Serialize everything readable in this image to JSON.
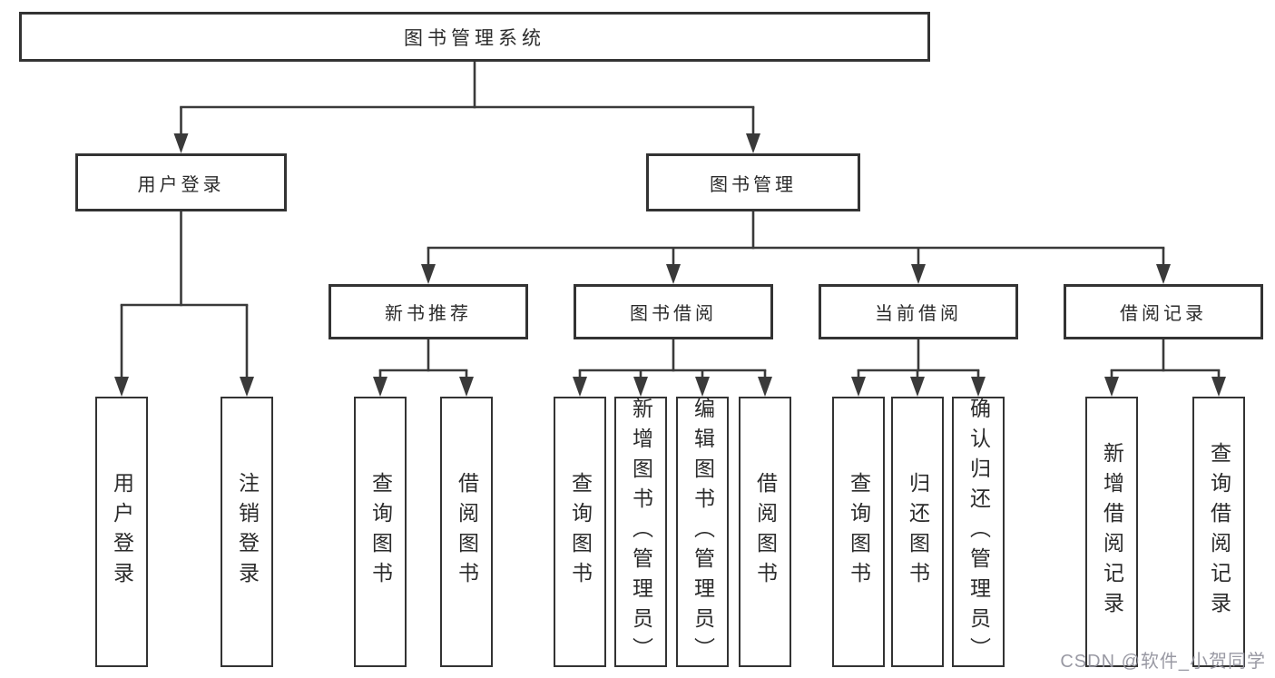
{
  "diagram_title": "图书管理系统",
  "watermark": "CSDN @软件_小贺同学",
  "colors": {
    "line": "#3a3a3a",
    "box_border": "#333333",
    "text": "#2b2b2b",
    "watermark": "#94949e",
    "background": "#ffffff"
  },
  "nodes": {
    "root": {
      "label": "图书管理系统"
    },
    "level2": [
      {
        "label": "用户登录"
      },
      {
        "label": "图书管理"
      }
    ],
    "level3": [
      {
        "label": "新书推荐",
        "parent": "图书管理"
      },
      {
        "label": "图书借阅",
        "parent": "图书管理"
      },
      {
        "label": "当前借阅",
        "parent": "图书管理"
      },
      {
        "label": "借阅记录",
        "parent": "图书管理"
      }
    ],
    "level4": [
      {
        "label": "用户登录",
        "parent": "用户登录"
      },
      {
        "label": "注销登录",
        "parent": "用户登录"
      },
      {
        "label": "查询图书",
        "parent": "新书推荐"
      },
      {
        "label": "借阅图书",
        "parent": "新书推荐"
      },
      {
        "label": "查询图书",
        "parent": "图书借阅"
      },
      {
        "label": "新增图书（管理员）",
        "parent": "图书借阅"
      },
      {
        "label": "编辑图书（管理员）",
        "parent": "图书借阅"
      },
      {
        "label": "借阅图书",
        "parent": "图书借阅"
      },
      {
        "label": "查询图书",
        "parent": "当前借阅"
      },
      {
        "label": "归还图书",
        "parent": "当前借阅"
      },
      {
        "label": "确认归还（管理员）",
        "parent": "当前借阅"
      },
      {
        "label": "新增借阅记录",
        "parent": "借阅记录"
      },
      {
        "label": "查询借阅记录",
        "parent": "借阅记录"
      }
    ]
  }
}
